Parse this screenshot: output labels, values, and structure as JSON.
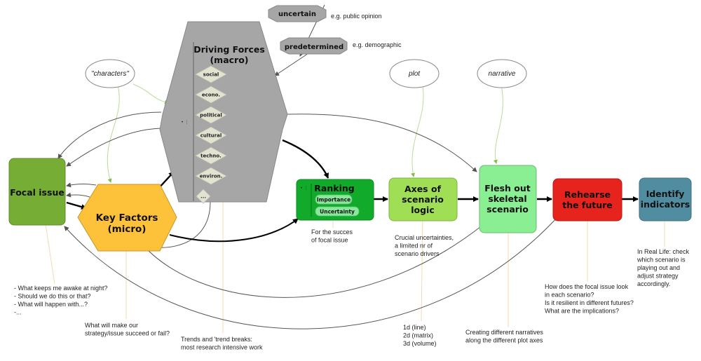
{
  "colors": {
    "focal_issue": "#76ad35",
    "key_factors": "#fdc23a",
    "driving_forces": "#a6a6a6",
    "ranking": "#12aa2a",
    "ranking_pill": "#8ae89c",
    "axes": "#9fde55",
    "flesh_out": "#8aee93",
    "rehearse": "#e6231c",
    "identify": "#518da1",
    "diamond": "#e3e3d2",
    "edge_dark": "#000000",
    "edge_gray": "#555555",
    "edge_green": "#b9dc98",
    "note_line": "#f7d9b6"
  },
  "nodes": {
    "focal_issue": "Focal issue",
    "key_factors": [
      "Key Factors",
      "(micro)"
    ],
    "driving_forces": [
      "Driving Forces",
      "(macro)"
    ],
    "driving_forces_items": [
      "social",
      "econo.",
      "political",
      "cultural",
      "techno.",
      "environ.",
      "..."
    ],
    "uncertain": "uncertain",
    "predetermined": "predetermined",
    "ranking": "Ranking",
    "ranking_items": [
      "Importance",
      "Uncertainty"
    ],
    "axes": [
      "Axes of",
      "scenario",
      "logic"
    ],
    "flesh_out": [
      "Flesh out",
      "skeletal",
      "scenario"
    ],
    "rehearse": [
      "Rehearse",
      "the future"
    ],
    "identify": [
      "Identify",
      "indicators"
    ]
  },
  "ellipses": {
    "characters": "\"characters\"",
    "plot": "plot",
    "narrative": "narrative"
  },
  "notes": {
    "uncertain_example": "e.g. public opinion",
    "predetermined_example": "e.g. demographic",
    "focal_issue": [
      "- What keeps me awake at night?",
      "- Should we do this or that?",
      "- What will happen with...?",
      "-..."
    ],
    "key_factors": [
      "What will make our",
      "strategy/issue succeed or fail?"
    ],
    "driving_forces": [
      "Trends and 'trend breaks:",
      "most research intensive work"
    ],
    "ranking": [
      "For the succes",
      "of focal issue"
    ],
    "axes": [
      "Crucial uncertainties,",
      "a limited nr of",
      "scenario drivers"
    ],
    "axes_dims": [
      "1d (line)",
      "2d (matrix)",
      "3d (volume)"
    ],
    "flesh_out": [
      "Creating different narratives",
      "along the different plot axes"
    ],
    "rehearse": [
      "How does the focal issue look",
      "in each scenario?",
      "Is it resilient in different futures?",
      "What are the implications?"
    ],
    "identify": [
      "In Real Life: check",
      "which scenario is",
      "playing out and",
      "adjust strategy",
      "accordingly."
    ]
  },
  "icons": {
    "collapse_handle": "• ⋮"
  }
}
